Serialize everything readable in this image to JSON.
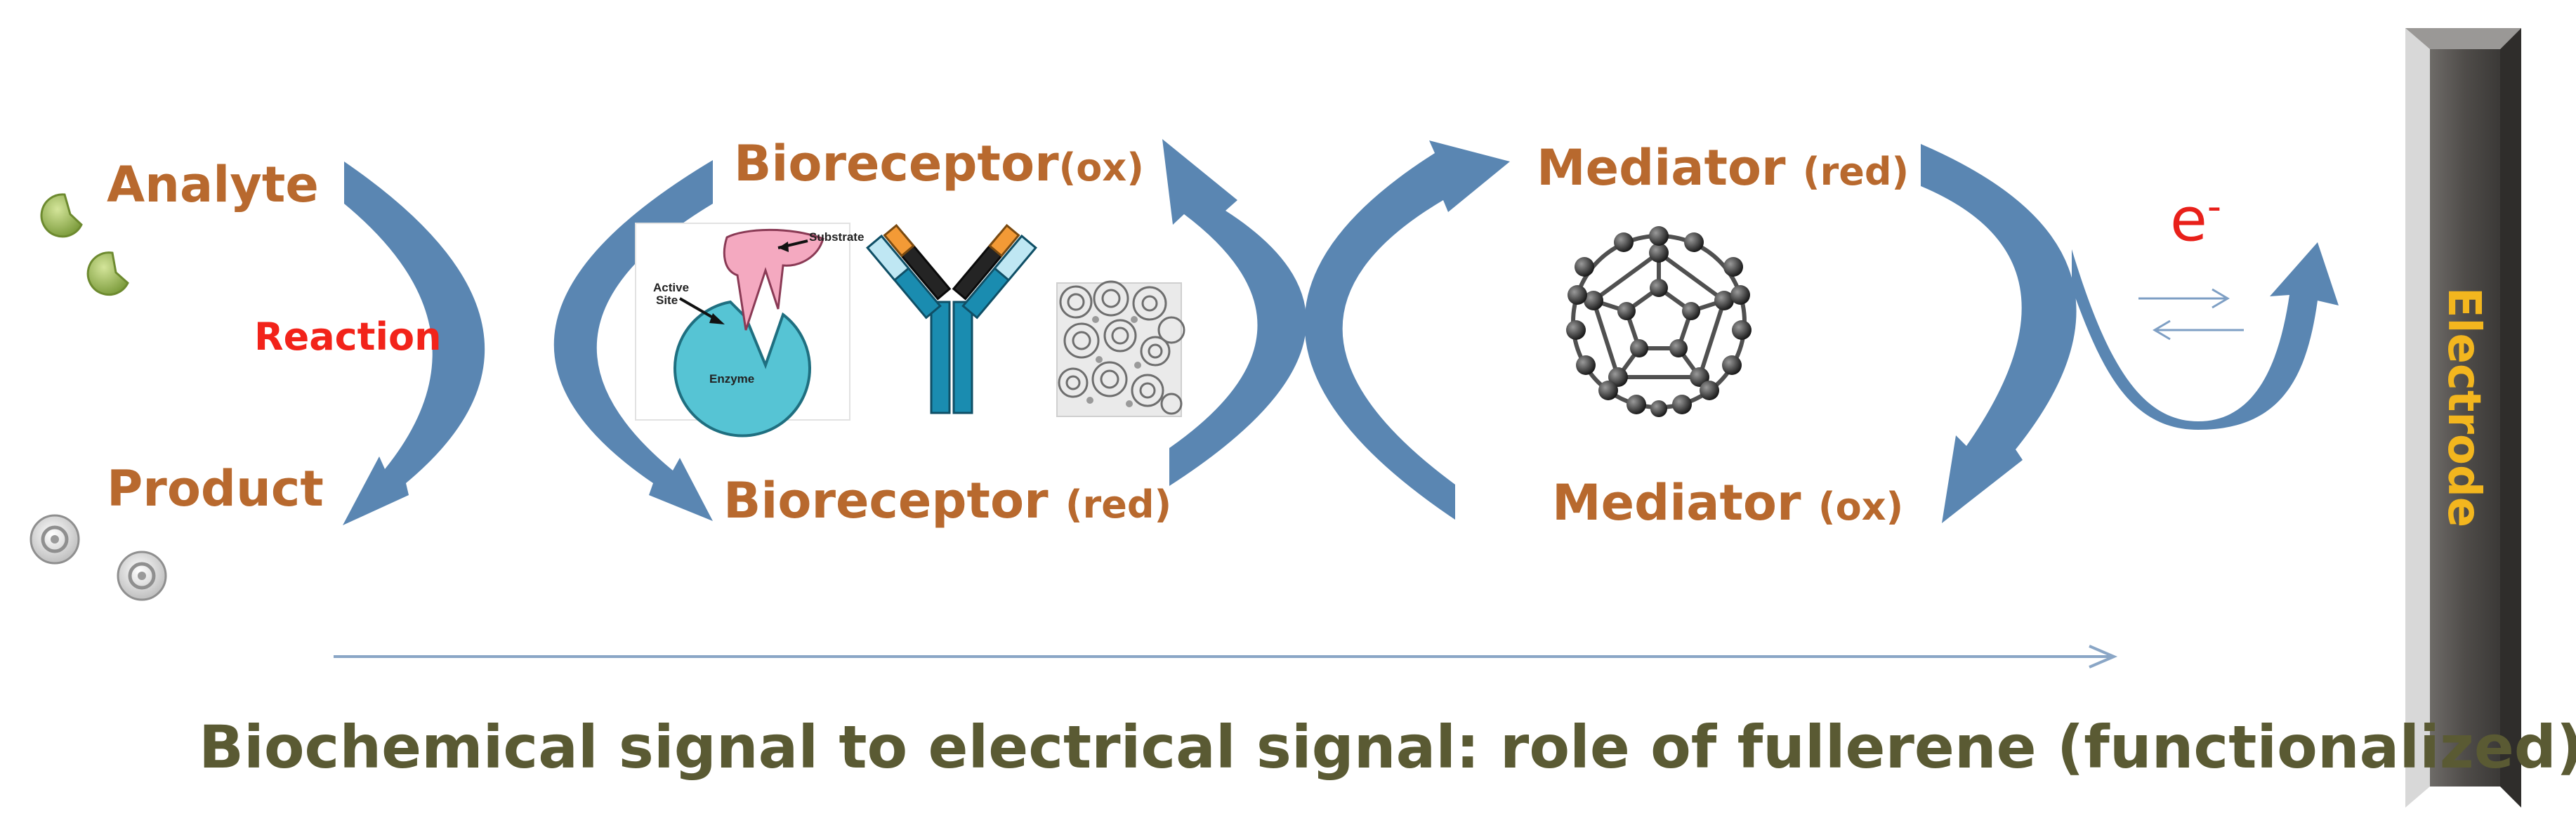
{
  "labels": {
    "analyte": "Analyte",
    "product": "Product",
    "reaction": "Reaction",
    "bioreceptor_ox_main": "Bioreceptor",
    "bioreceptor_ox_state": "(ox)",
    "bioreceptor_red_main": "Bioreceptor ",
    "bioreceptor_red_state": "(red)",
    "mediator_red_main": "Mediator ",
    "mediator_red_state": "(red)",
    "mediator_ox_main": "Mediator ",
    "mediator_ox_state": "(ox)",
    "electron_base": "e",
    "electron_sup": "-",
    "electrode": "Electrode",
    "caption": "Biochemical signal to electrical signal: role of fullerene (functionalized)"
  },
  "enzyme_labels": {
    "substrate": "Substrate",
    "active_site_line1": "Active",
    "active_site_line2": "Site",
    "enzyme": "Enzyme"
  },
  "colors": {
    "arrow_fill": "#5a86b2",
    "label_brown": "#b8692e",
    "reaction_red": "#f2231a",
    "electron_red": "#e8201a",
    "caption_olive": "#5a5a33",
    "electrode_text": "#f3b61e",
    "electrode_body": "#4f4c49",
    "analyte_green": "#8fb04a",
    "flow_arrow": "#8aa6c6"
  },
  "icons": [
    "analyte-molecule-icon",
    "product-ring-icon",
    "enzyme-icon",
    "antibody-icon",
    "nanomaterial-icon",
    "fullerene-icon",
    "electrode-icon"
  ]
}
